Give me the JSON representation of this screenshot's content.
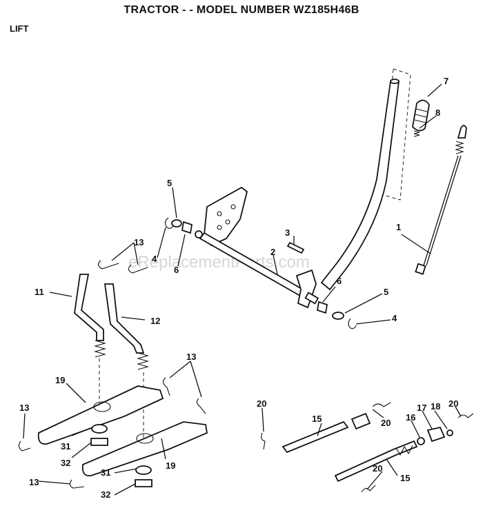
{
  "header": {
    "title": "TRACTOR - - MODEL NUMBER WZ185H46B",
    "section": "LIFT"
  },
  "watermark": "eReplacementParts.com",
  "callouts": [
    "7",
    "8",
    "5",
    "1",
    "3",
    "2",
    "13",
    "4",
    "6",
    "11",
    "12",
    "6",
    "5",
    "4",
    "13",
    "19",
    "13",
    "20",
    "17",
    "18",
    "20",
    "16",
    "15",
    "20",
    "31",
    "32",
    "19",
    "15",
    "20",
    "13",
    "31",
    "32"
  ]
}
